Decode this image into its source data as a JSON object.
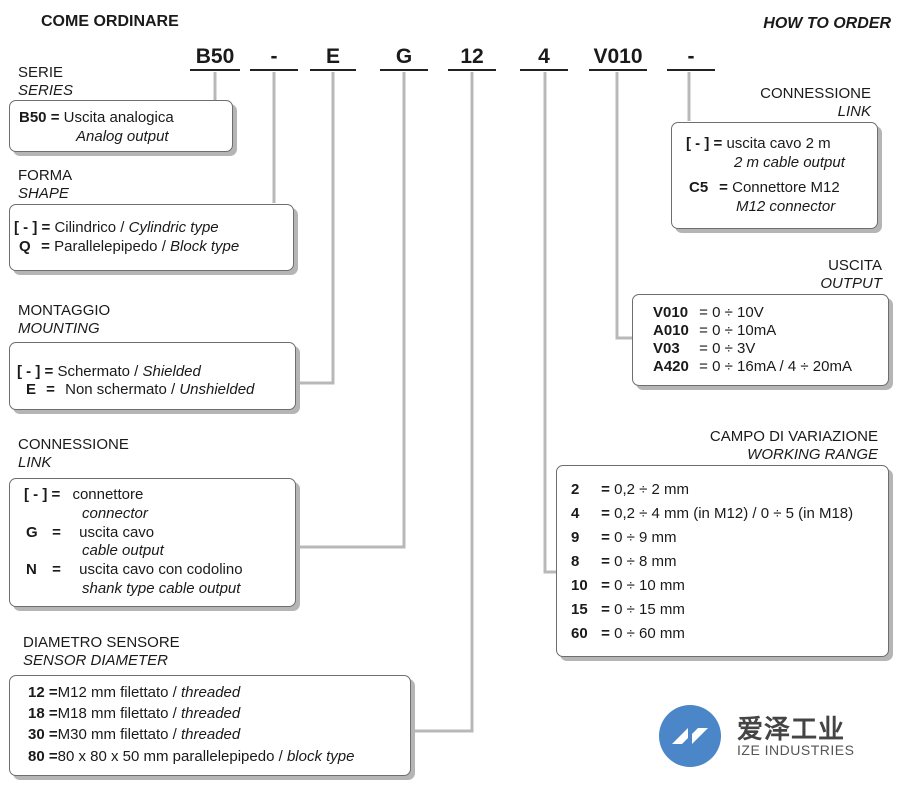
{
  "header": {
    "left": "COME ORDINARE",
    "right": "HOW TO ORDER"
  },
  "codes": [
    "B50",
    "-",
    "E",
    "G",
    "12",
    "4",
    "V010",
    "-"
  ],
  "sections": {
    "series": {
      "title": "SERIE",
      "subtitle": "SERIES",
      "rows": [
        {
          "key": "B50",
          "eq": "=",
          "text": "Uscita analogica",
          "en": "Analog output"
        }
      ]
    },
    "shape": {
      "title": "FORMA",
      "subtitle": "SHAPE",
      "rows": [
        {
          "key": "[ - ]",
          "eq": "=",
          "text": "Cilindrico / ",
          "en": "Cylindric type"
        },
        {
          "key": "Q",
          "eq": "=",
          "text": "Parallelepipedo / ",
          "en": "Block type"
        }
      ]
    },
    "mounting": {
      "title": "MONTAGGIO",
      "subtitle": "MOUNTING",
      "rows": [
        {
          "key": "[ - ]",
          "eq": "=",
          "text": "Schermato / ",
          "en": "Shielded"
        },
        {
          "key": "E",
          "eq": "=",
          "text": "Non schermato / ",
          "en": "Unshielded"
        }
      ]
    },
    "link_left": {
      "title": "CONNESSIONE",
      "subtitle": "LINK",
      "rows": [
        {
          "key": "[ - ]",
          "eq": "=",
          "text": "connettore",
          "en": "connector"
        },
        {
          "key": "G",
          "eq": "=",
          "text": "uscita cavo",
          "en": "cable output"
        },
        {
          "key": "N",
          "eq": "=",
          "text": "uscita cavo con codolino",
          "en": "shank type cable output"
        }
      ]
    },
    "diameter": {
      "title": "DIAMETRO SENSORE",
      "subtitle": "SENSOR DIAMETER",
      "rows": [
        {
          "key": "12",
          "eq": "=",
          "text": "M12 mm filettato / ",
          "en": "threaded"
        },
        {
          "key": "18",
          "eq": "=",
          "text": "M18 mm filettato / ",
          "en": "threaded"
        },
        {
          "key": "30",
          "eq": "=",
          "text": "M30 mm filettato / ",
          "en": "threaded"
        },
        {
          "key": "80",
          "eq": "=",
          "text": "80 x 80 x 50 mm parallelepipedo / ",
          "en": "block type"
        }
      ]
    },
    "link_right": {
      "title": "CONNESSIONE",
      "subtitle": "LINK",
      "rows": [
        {
          "key": "[ - ]",
          "eq": "=",
          "text": "uscita cavo 2 m",
          "en": "2 m cable output"
        },
        {
          "key": "C5",
          "eq": "=",
          "text": "Connettore M12",
          "en": "M12 connector"
        }
      ]
    },
    "output": {
      "title": "USCITA",
      "subtitle": "OUTPUT",
      "rows": [
        {
          "key": "V010",
          "eq": "=",
          "text": "0 ÷ 10V"
        },
        {
          "key": "A010",
          "eq": "=",
          "text": "0 ÷ 10mA"
        },
        {
          "key": "V03",
          "eq": "=",
          "text": "0 ÷ 3V"
        },
        {
          "key": "A420",
          "eq": "=",
          "text": "0 ÷ 16mA / 4 ÷ 20mA"
        }
      ]
    },
    "range": {
      "title": "CAMPO DI VARIAZIONE",
      "subtitle": "WORKING RANGE",
      "rows": [
        {
          "key": "2",
          "eq": "=",
          "text": "0,2 ÷ 2 mm"
        },
        {
          "key": "4",
          "eq": "=",
          "text": "0,2 ÷ 4 mm (in M12) / 0 ÷ 5 (in M18)"
        },
        {
          "key": "9",
          "eq": "=",
          "text": "0 ÷ 9 mm"
        },
        {
          "key": "8",
          "eq": "=",
          "text": "0 ÷ 8 mm"
        },
        {
          "key": "10",
          "eq": "=",
          "text": "0 ÷ 10 mm"
        },
        {
          "key": "15",
          "eq": "=",
          "text": "0 ÷ 15 mm"
        },
        {
          "key": "60",
          "eq": "=",
          "text": "0 ÷ 60 mm"
        }
      ]
    }
  },
  "logo": {
    "zh": "爱泽工业",
    "en": "IZE INDUSTRIES",
    "color": "#4a86c8"
  },
  "colors": {
    "connector": "#b8b8b8",
    "box_border": "#6e6e6e",
    "box_shadow": "#b5b5b5"
  }
}
